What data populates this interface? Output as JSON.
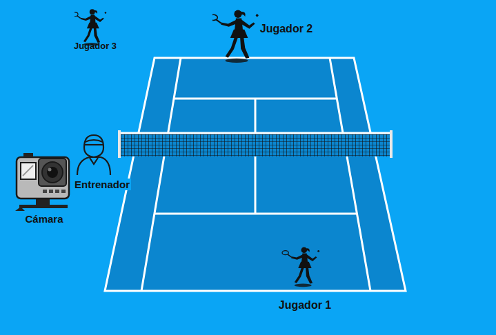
{
  "diagram": {
    "labels": [
      "Jugador 3",
      "Jugador 2",
      "Entrenador",
      "Cámara",
      "Jugador 1"
    ]
  }
}
